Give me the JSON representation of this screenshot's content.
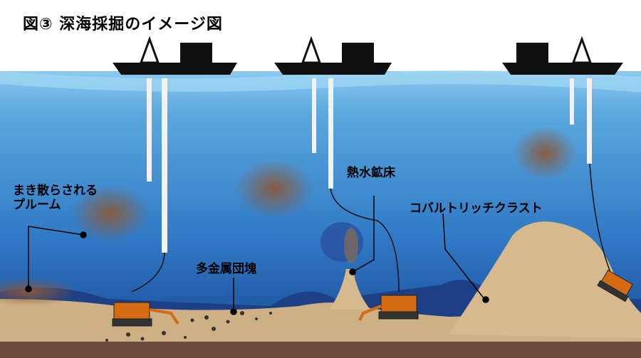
{
  "title": "図③ 深海採掘のイメージ図",
  "labels": {
    "plume_line1": "まき散らされる",
    "plume_line2": "プルーム",
    "hydrothermal": "熱水鉱床",
    "cobalt_crust": "コバルトリッチクラスト",
    "nodules": "多金属団塊"
  },
  "colors": {
    "sea_top": "#6fb8e6",
    "sea_bottom": "#1b4f9c",
    "seabed": "#cdb083",
    "plume": "#8a5a3a",
    "machine": "#d46a12"
  }
}
